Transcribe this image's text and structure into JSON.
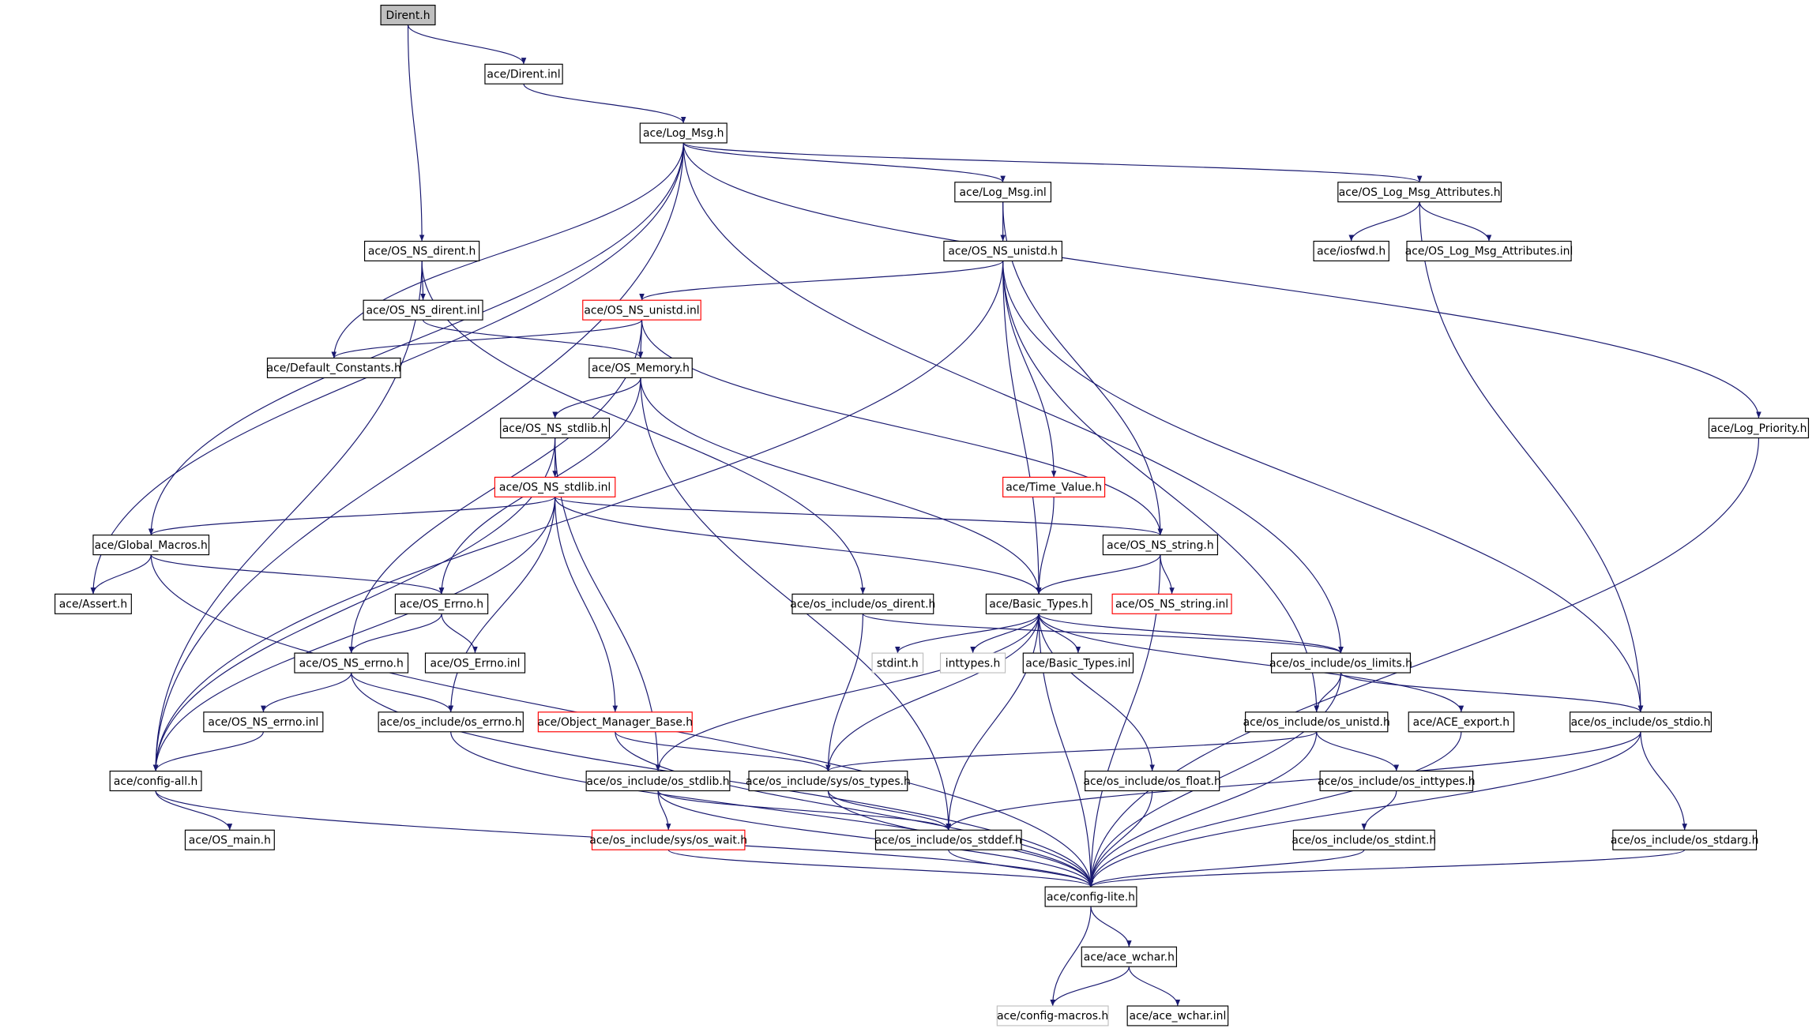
{
  "graph": {
    "colors": {
      "edge": "#191970",
      "root_fill": "#bfbfbf",
      "red_border": "#ff0000",
      "grey_border": "#bfbfbf"
    },
    "nodes": [
      {
        "id": "dirent_h",
        "label": "Dirent.h",
        "style": "root"
      },
      {
        "id": "dirent_inl",
        "label": "ace/Dirent.inl",
        "style": "normal"
      },
      {
        "id": "log_msg_h",
        "label": "ace/Log_Msg.h",
        "style": "normal"
      },
      {
        "id": "log_msg_inl",
        "label": "ace/Log_Msg.inl",
        "style": "normal"
      },
      {
        "id": "os_log_attr_h",
        "label": "ace/OS_Log_Msg_Attributes.h",
        "style": "normal"
      },
      {
        "id": "os_ns_dirent_h",
        "label": "ace/OS_NS_dirent.h",
        "style": "normal"
      },
      {
        "id": "os_ns_unistd_h",
        "label": "ace/OS_NS_unistd.h",
        "style": "normal"
      },
      {
        "id": "iosfwd_h",
        "label": "ace/iosfwd.h",
        "style": "normal"
      },
      {
        "id": "os_log_attr_inl",
        "label": "ace/OS_Log_Msg_Attributes.inl",
        "style": "normal"
      },
      {
        "id": "os_ns_dirent_inl",
        "label": "ace/OS_NS_dirent.inl",
        "style": "normal"
      },
      {
        "id": "os_ns_unistd_inl",
        "label": "ace/OS_NS_unistd.inl",
        "style": "red"
      },
      {
        "id": "default_constants_h",
        "label": "ace/Default_Constants.h",
        "style": "normal"
      },
      {
        "id": "os_memory_h",
        "label": "ace/OS_Memory.h",
        "style": "normal"
      },
      {
        "id": "os_ns_stdlib_h",
        "label": "ace/OS_NS_stdlib.h",
        "style": "normal"
      },
      {
        "id": "log_priority_h",
        "label": "ace/Log_Priority.h",
        "style": "normal"
      },
      {
        "id": "os_ns_stdlib_inl",
        "label": "ace/OS_NS_stdlib.inl",
        "style": "red"
      },
      {
        "id": "time_value_h",
        "label": "ace/Time_Value.h",
        "style": "red"
      },
      {
        "id": "global_macros_h",
        "label": "ace/Global_Macros.h",
        "style": "normal"
      },
      {
        "id": "os_ns_string_h",
        "label": "ace/OS_NS_string.h",
        "style": "normal"
      },
      {
        "id": "assert_h",
        "label": "ace/Assert.h",
        "style": "normal"
      },
      {
        "id": "os_errno_h",
        "label": "ace/OS_Errno.h",
        "style": "normal"
      },
      {
        "id": "os_dirent_h",
        "label": "ace/os_include/os_dirent.h",
        "style": "normal"
      },
      {
        "id": "basic_types_h",
        "label": "ace/Basic_Types.h",
        "style": "normal"
      },
      {
        "id": "os_ns_string_inl",
        "label": "ace/OS_NS_string.inl",
        "style": "red"
      },
      {
        "id": "os_ns_errno_h",
        "label": "ace/OS_NS_errno.h",
        "style": "normal"
      },
      {
        "id": "os_errno_inl",
        "label": "ace/OS_Errno.inl",
        "style": "normal"
      },
      {
        "id": "stdint_h",
        "label": "stdint.h",
        "style": "grey"
      },
      {
        "id": "inttypes_h",
        "label": "inttypes.h",
        "style": "grey"
      },
      {
        "id": "basic_types_inl",
        "label": "ace/Basic_Types.inl",
        "style": "normal"
      },
      {
        "id": "os_limits_h",
        "label": "ace/os_include/os_limits.h",
        "style": "normal"
      },
      {
        "id": "os_ns_errno_inl",
        "label": "ace/OS_NS_errno.inl",
        "style": "normal"
      },
      {
        "id": "osi_errno_h",
        "label": "ace/os_include/os_errno.h",
        "style": "normal"
      },
      {
        "id": "object_manager_base_h",
        "label": "ace/Object_Manager_Base.h",
        "style": "red"
      },
      {
        "id": "os_unistd_h",
        "label": "ace/os_include/os_unistd.h",
        "style": "normal"
      },
      {
        "id": "ace_export_h",
        "label": "ace/ACE_export.h",
        "style": "normal"
      },
      {
        "id": "os_stdio_h",
        "label": "ace/os_include/os_stdio.h",
        "style": "normal"
      },
      {
        "id": "config_all_h",
        "label": "ace/config-all.h",
        "style": "normal"
      },
      {
        "id": "os_stdlib_h",
        "label": "ace/os_include/os_stdlib.h",
        "style": "normal"
      },
      {
        "id": "os_types_h",
        "label": "ace/os_include/sys/os_types.h",
        "style": "normal"
      },
      {
        "id": "os_float_h",
        "label": "ace/os_include/os_float.h",
        "style": "normal"
      },
      {
        "id": "os_inttypes_h",
        "label": "ace/os_include/os_inttypes.h",
        "style": "normal"
      },
      {
        "id": "os_main_h",
        "label": "ace/OS_main.h",
        "style": "normal"
      },
      {
        "id": "os_wait_h",
        "label": "ace/os_include/sys/os_wait.h",
        "style": "red"
      },
      {
        "id": "os_stddef_h",
        "label": "ace/os_include/os_stddef.h",
        "style": "normal"
      },
      {
        "id": "os_stdint_h",
        "label": "ace/os_include/os_stdint.h",
        "style": "normal"
      },
      {
        "id": "os_stdarg_h",
        "label": "ace/os_include/os_stdarg.h",
        "style": "normal"
      },
      {
        "id": "config_lite_h",
        "label": "ace/config-lite.h",
        "style": "normal"
      },
      {
        "id": "ace_wchar_h",
        "label": "ace/ace_wchar.h",
        "style": "normal"
      },
      {
        "id": "config_macros_h",
        "label": "ace/config-macros.h",
        "style": "grey"
      },
      {
        "id": "ace_wchar_inl",
        "label": "ace/ace_wchar.inl",
        "style": "normal"
      }
    ],
    "edges": [
      [
        "dirent_h",
        "dirent_inl"
      ],
      [
        "dirent_h",
        "os_ns_dirent_h"
      ],
      [
        "dirent_inl",
        "log_msg_h"
      ],
      [
        "log_msg_h",
        "log_msg_inl"
      ],
      [
        "log_msg_h",
        "os_log_attr_h"
      ],
      [
        "log_msg_h",
        "log_priority_h"
      ],
      [
        "log_msg_h",
        "assert_h"
      ],
      [
        "log_msg_h",
        "global_macros_h"
      ],
      [
        "log_msg_h",
        "default_constants_h"
      ],
      [
        "log_msg_h",
        "os_limits_h"
      ],
      [
        "log_msg_h",
        "config_all_h"
      ],
      [
        "log_msg_inl",
        "os_ns_unistd_h"
      ],
      [
        "log_msg_inl",
        "os_ns_string_h"
      ],
      [
        "os_log_attr_h",
        "iosfwd_h"
      ],
      [
        "os_log_attr_h",
        "os_log_attr_inl"
      ],
      [
        "os_log_attr_h",
        "os_stdio_h"
      ],
      [
        "os_ns_dirent_h",
        "os_ns_dirent_inl"
      ],
      [
        "os_ns_dirent_h",
        "os_dirent_h"
      ],
      [
        "os_ns_dirent_h",
        "config_all_h"
      ],
      [
        "os_ns_dirent_inl",
        "os_memory_h"
      ],
      [
        "os_ns_unistd_h",
        "os_ns_unistd_inl"
      ],
      [
        "os_ns_unistd_h",
        "time_value_h"
      ],
      [
        "os_ns_unistd_h",
        "basic_types_h"
      ],
      [
        "os_ns_unistd_h",
        "os_unistd_h"
      ],
      [
        "os_ns_unistd_h",
        "os_stdio_h"
      ],
      [
        "os_ns_unistd_h",
        "config_all_h"
      ],
      [
        "os_ns_unistd_inl",
        "default_constants_h"
      ],
      [
        "os_ns_unistd_inl",
        "os_memory_h"
      ],
      [
        "os_ns_unistd_inl",
        "os_ns_string_h"
      ],
      [
        "os_ns_unistd_inl",
        "os_ns_errno_h"
      ],
      [
        "os_memory_h",
        "os_ns_stdlib_h"
      ],
      [
        "os_memory_h",
        "basic_types_h"
      ],
      [
        "os_memory_h",
        "os_errno_h"
      ],
      [
        "os_memory_h",
        "os_stddef_h"
      ],
      [
        "os_ns_stdlib_h",
        "os_ns_stdlib_inl"
      ],
      [
        "os_ns_stdlib_h",
        "config_all_h"
      ],
      [
        "os_ns_stdlib_h",
        "os_stdlib_h"
      ],
      [
        "os_ns_stdlib_inl",
        "global_macros_h"
      ],
      [
        "os_ns_stdlib_inl",
        "os_ns_string_h"
      ],
      [
        "os_ns_stdlib_inl",
        "basic_types_h"
      ],
      [
        "os_ns_stdlib_inl",
        "config_all_h"
      ],
      [
        "os_ns_stdlib_inl",
        "osi_errno_h"
      ],
      [
        "os_ns_stdlib_inl",
        "object_manager_base_h"
      ],
      [
        "time_value_h",
        "basic_types_h"
      ],
      [
        "global_macros_h",
        "assert_h"
      ],
      [
        "global_macros_h",
        "os_errno_h"
      ],
      [
        "global_macros_h",
        "config_lite_h"
      ],
      [
        "os_ns_string_h",
        "basic_types_h"
      ],
      [
        "os_ns_string_h",
        "os_ns_string_inl"
      ],
      [
        "os_ns_string_h",
        "config_lite_h"
      ],
      [
        "os_errno_h",
        "os_ns_errno_h"
      ],
      [
        "os_errno_h",
        "os_errno_inl"
      ],
      [
        "os_dirent_h",
        "os_types_h"
      ],
      [
        "os_dirent_h",
        "os_limits_h"
      ],
      [
        "basic_types_h",
        "stdint_h"
      ],
      [
        "basic_types_h",
        "inttypes_h"
      ],
      [
        "basic_types_h",
        "basic_types_inl"
      ],
      [
        "basic_types_h",
        "os_limits_h"
      ],
      [
        "basic_types_h",
        "ace_export_h"
      ],
      [
        "basic_types_h",
        "os_stdlib_h"
      ],
      [
        "basic_types_h",
        "os_types_h"
      ],
      [
        "basic_types_h",
        "os_stddef_h"
      ],
      [
        "basic_types_h",
        "os_float_h"
      ],
      [
        "basic_types_h",
        "config_lite_h"
      ],
      [
        "os_ns_errno_h",
        "os_ns_errno_inl"
      ],
      [
        "os_ns_errno_h",
        "osi_errno_h"
      ],
      [
        "os_ns_errno_h",
        "config_lite_h"
      ],
      [
        "os_ns_errno_inl",
        "config_all_h"
      ],
      [
        "os_limits_h",
        "os_unistd_h"
      ],
      [
        "os_limits_h",
        "os_stdio_h"
      ],
      [
        "os_limits_h",
        "config_lite_h"
      ],
      [
        "osi_errno_h",
        "config_lite_h"
      ],
      [
        "object_manager_base_h",
        "os_types_h"
      ],
      [
        "object_manager_base_h",
        "config_lite_h"
      ],
      [
        "os_unistd_h",
        "os_inttypes_h"
      ],
      [
        "os_unistd_h",
        "os_types_h"
      ],
      [
        "os_unistd_h",
        "config_lite_h"
      ],
      [
        "ace_export_h",
        "config_lite_h"
      ],
      [
        "os_stdio_h",
        "os_stddef_h"
      ],
      [
        "os_stdio_h",
        "os_stdarg_h"
      ],
      [
        "os_stdio_h",
        "config_lite_h"
      ],
      [
        "config_all_h",
        "os_main_h"
      ],
      [
        "config_all_h",
        "config_lite_h"
      ],
      [
        "os_stdlib_h",
        "os_wait_h"
      ],
      [
        "os_stdlib_h",
        "os_stddef_h"
      ],
      [
        "os_stdlib_h",
        "config_lite_h"
      ],
      [
        "os_types_h",
        "os_stddef_h"
      ],
      [
        "os_types_h",
        "config_lite_h"
      ],
      [
        "os_float_h",
        "config_lite_h"
      ],
      [
        "os_inttypes_h",
        "os_stdint_h"
      ],
      [
        "os_wait_h",
        "config_lite_h"
      ],
      [
        "os_stddef_h",
        "config_lite_h"
      ],
      [
        "os_stdint_h",
        "config_lite_h"
      ],
      [
        "os_stdarg_h",
        "config_lite_h"
      ],
      [
        "log_priority_h",
        "config_lite_h"
      ],
      [
        "config_lite_h",
        "ace_wchar_h"
      ],
      [
        "config_lite_h",
        "config_macros_h"
      ],
      [
        "ace_wchar_h",
        "config_macros_h"
      ],
      [
        "ace_wchar_h",
        "ace_wchar_inl"
      ]
    ]
  }
}
